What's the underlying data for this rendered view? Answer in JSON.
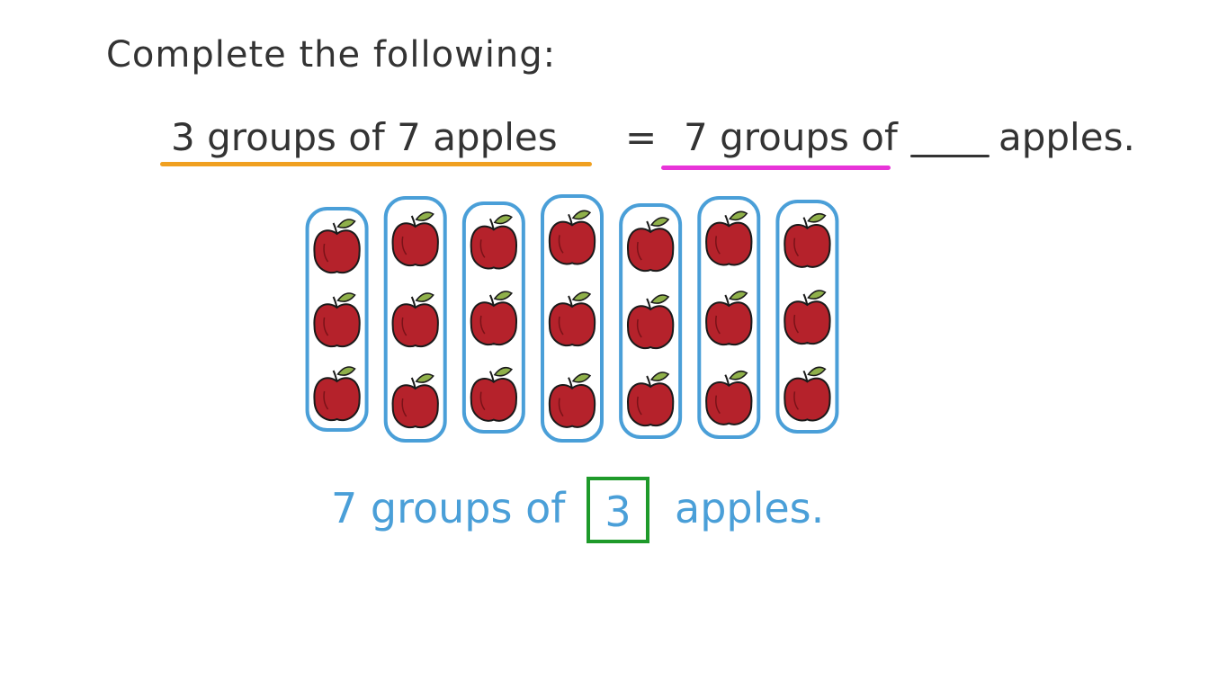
{
  "heading": "Complete the following:",
  "equation": {
    "left": "3 groups of 7 apples",
    "equals": "=",
    "right_prefix": "7 groups of",
    "right_suffix": "apples."
  },
  "diagram": {
    "groups": 7,
    "apples_per_group": 3,
    "colors": {
      "group_outline": "#4a9fd8",
      "apple": "#b5222b",
      "leaf": "#8fb04a",
      "left_underline": "#f0a020",
      "right_underline": "#e834d8",
      "answer_box": "#1e9a2a",
      "answer_text": "#4a9fd8"
    }
  },
  "answer": {
    "prefix": "7 groups of",
    "value": "3",
    "suffix": "apples."
  }
}
